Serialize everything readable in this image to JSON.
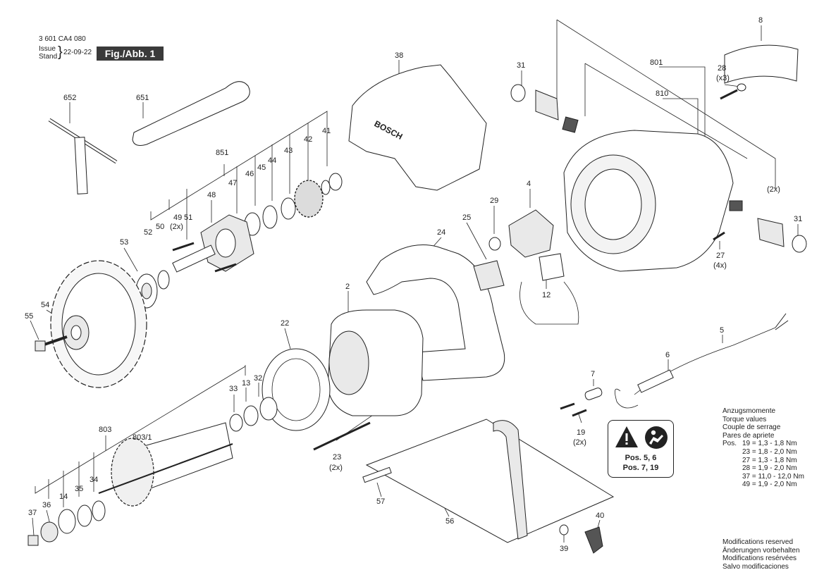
{
  "header": {
    "code": "3 601 CA4 080",
    "issue_label": "Issue",
    "stand_label": "Stand",
    "date": "22-09-22",
    "figure": "Fig./Abb. 1"
  },
  "labels": {
    "p8": "8",
    "p801": "801",
    "p28": "28",
    "p28q": "(x3)",
    "p810": "810",
    "p31a": "31",
    "p38": "38",
    "p652": "652",
    "p651": "651",
    "p41": "41",
    "p42": "42",
    "p43": "43",
    "p44": "44",
    "p45": "45",
    "p46": "46",
    "p47": "47",
    "p851": "851",
    "p48": "48",
    "p49": "49",
    "p49q": "(2x)",
    "p50": "50",
    "p51": "51",
    "p52": "52",
    "p53": "53",
    "p54": "54",
    "p55": "55",
    "p2x_right": "(2x)",
    "p31b": "31",
    "p27": "27",
    "p27q": "(4x)",
    "p4": "4",
    "p29": "29",
    "p25": "25",
    "p24": "24",
    "p12": "12",
    "p2": "2",
    "p22": "22",
    "p5": "5",
    "p6": "6",
    "p7": "7",
    "p19": "19",
    "p19q": "(2x)",
    "p33": "33",
    "p13": "13",
    "p32": "32",
    "p803": "803",
    "p803_1": "803/1",
    "p23": "23",
    "p23q": "(2x)",
    "p37": "37",
    "p36": "36",
    "p14": "14",
    "p35": "35",
    "p34": "34",
    "p57": "57",
    "p56": "56",
    "p40": "40",
    "p39": "39"
  },
  "warning": {
    "ref1": "Pos. 5, 6",
    "ref2": "Pos. 7, 19"
  },
  "torque": {
    "lines": [
      "Anzugsmomente",
      "Torque values",
      "Couple de serrage",
      "Pares de apriete"
    ],
    "pos_label": "Pos.",
    "rows": [
      "19 = 1,3 - 1,8 Nm",
      "23 = 1,8 - 2,0 Nm",
      "27 = 1,3 - 1,8 Nm",
      "28 = 1,9 - 2,0 Nm",
      "37 = 11,0 - 12,0 Nm",
      "49 = 1,9 - 2,0 Nm"
    ]
  },
  "modifications": [
    "Modifications reserved",
    "Änderungen vorbehalten",
    "Modifications resérvées",
    "Salvo modificaciones"
  ],
  "brand": "BOSCH"
}
